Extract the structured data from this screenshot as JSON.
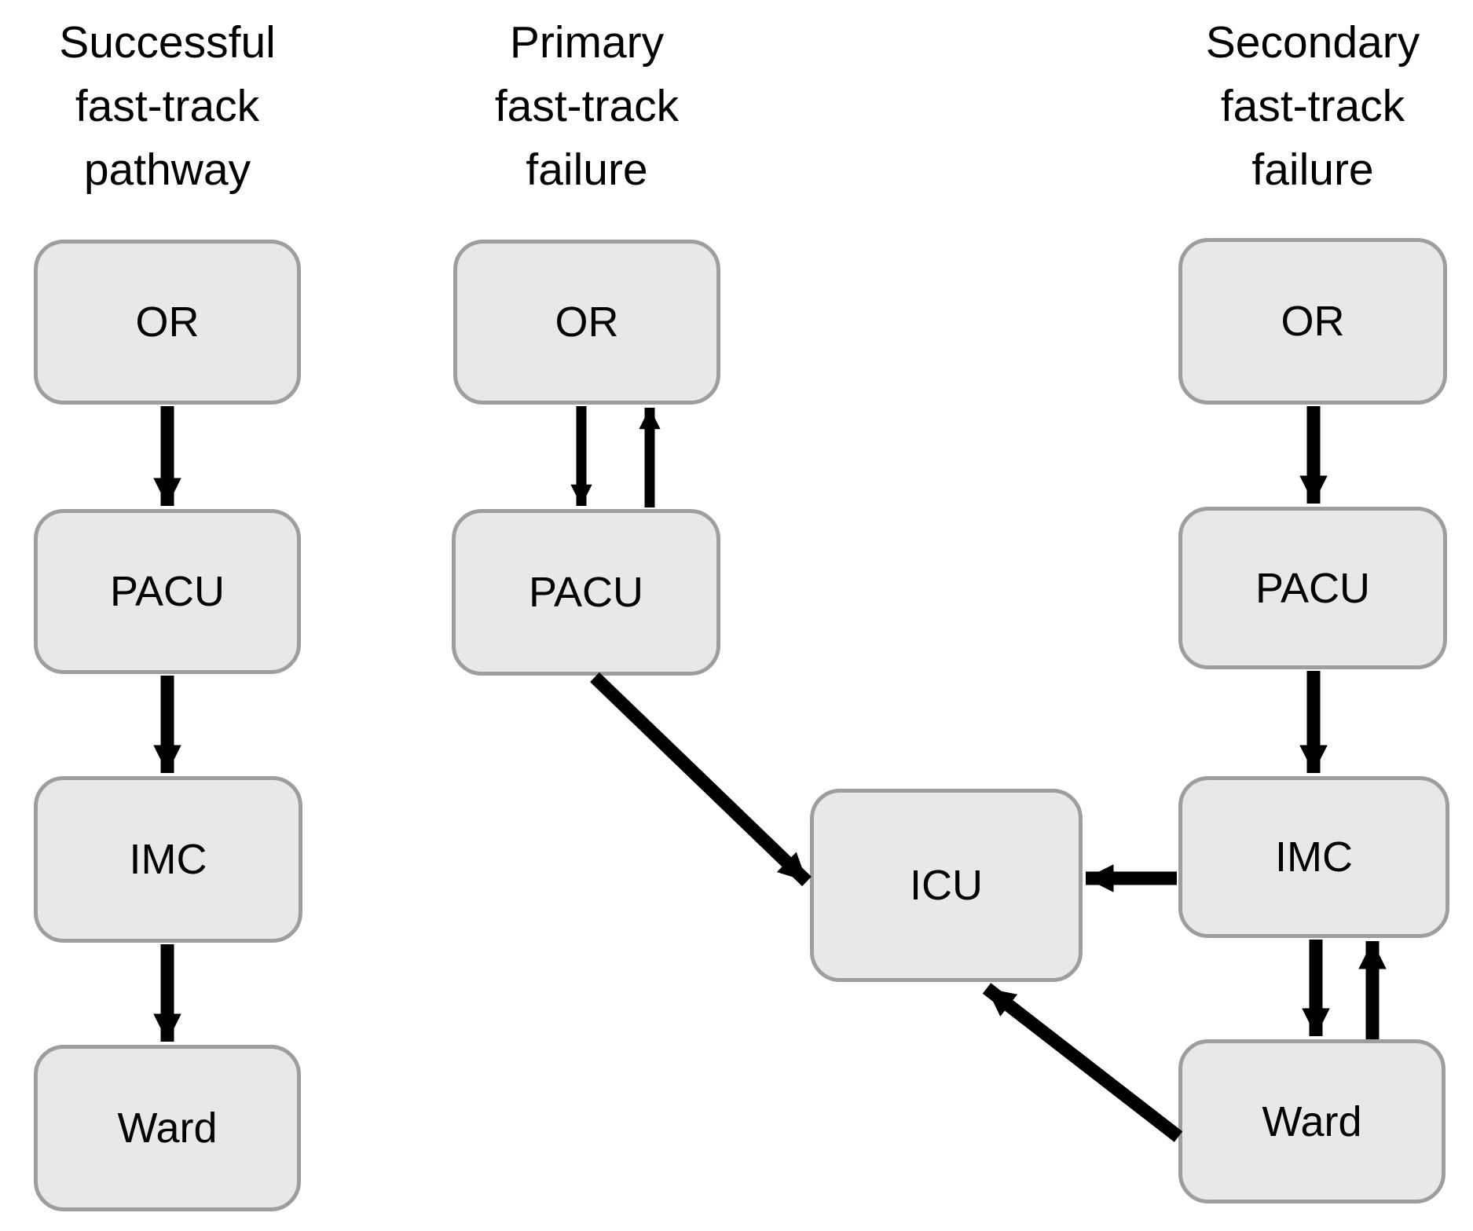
{
  "figure": {
    "background": "#ffffff",
    "box_fill": "#e8e8e8",
    "box_border": "#9e9e9e",
    "arrow_color": "#000000",
    "text_color": "#000000",
    "pathways": [
      {
        "id": "successful",
        "title_lines": [
          "Successful",
          "fast-track",
          "pathway"
        ]
      },
      {
        "id": "primary",
        "title_lines": [
          "Primary",
          "fast-track",
          "failure"
        ]
      },
      {
        "id": "secondary",
        "title_lines": [
          "Secondary",
          "fast-track",
          "failure"
        ]
      }
    ],
    "nodes": {
      "s_or": "OR",
      "s_pacu": "PACU",
      "s_imc": "IMC",
      "s_ward": "Ward",
      "p_or": "OR",
      "p_pacu": "PACU",
      "icu": "ICU",
      "t_or": "OR",
      "t_pacu": "PACU",
      "t_imc": "IMC",
      "t_ward": "Ward"
    },
    "edges": [
      {
        "pathway": "successful",
        "from": "OR",
        "to": "PACU"
      },
      {
        "pathway": "successful",
        "from": "PACU",
        "to": "IMC"
      },
      {
        "pathway": "successful",
        "from": "IMC",
        "to": "Ward"
      },
      {
        "pathway": "primary",
        "from": "OR",
        "to": "PACU"
      },
      {
        "pathway": "primary",
        "from": "PACU",
        "to": "OR"
      },
      {
        "pathway": "primary",
        "from": "PACU",
        "to": "ICU"
      },
      {
        "pathway": "secondary",
        "from": "OR",
        "to": "PACU"
      },
      {
        "pathway": "secondary",
        "from": "PACU",
        "to": "IMC"
      },
      {
        "pathway": "secondary",
        "from": "IMC",
        "to": "ICU"
      },
      {
        "pathway": "secondary",
        "from": "IMC",
        "to": "Ward"
      },
      {
        "pathway": "secondary",
        "from": "Ward",
        "to": "IMC"
      },
      {
        "pathway": "secondary",
        "from": "Ward",
        "to": "ICU"
      }
    ]
  }
}
